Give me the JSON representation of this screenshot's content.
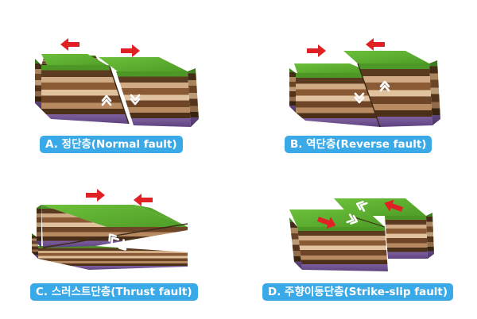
{
  "captions": {
    "a": "A. 정단층(Normal fault)",
    "b": "B. 역단층(Reverse fault)",
    "c": "C. 스러스트단층(Thrust fault)",
    "d": "D. 주향이동단층(Strike-slip fault)"
  },
  "colors": {
    "caption_bg": "#3aa9e8",
    "arrow_red": "#e12026",
    "grass_top": "#62b530",
    "grass_side": "#4d9726",
    "layer_dark_brown": "#5a3b1f",
    "layer_tan": "#c9a27b",
    "layer_mid_brown": "#8a5a34",
    "layer_purple": "#6b4e8c",
    "motion_arrow": "#ffffff"
  },
  "icons": [
    "red-arrow-left-icon",
    "red-arrow-right-icon",
    "white-chevron-up-icon",
    "white-chevron-down-icon"
  ]
}
